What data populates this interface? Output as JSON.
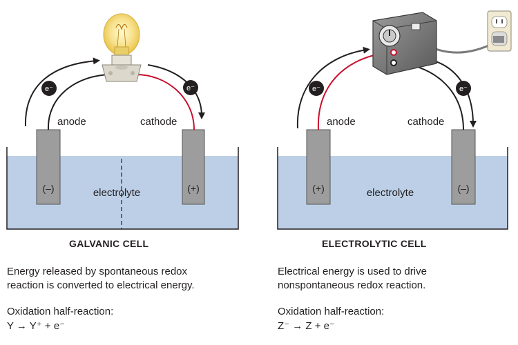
{
  "galvanic": {
    "title": "GALVANIC CELL",
    "anode_label": "anode",
    "cathode_label": "cathode",
    "electrolyte_label": "electrolyte",
    "anode_sign": "(–)",
    "cathode_sign": "(+)",
    "electron_left": "e⁻",
    "electron_right": "e⁻",
    "description_line1": "Energy released by spontaneous redox",
    "description_line2": "reaction is converted to electrical energy.",
    "oxidation_heading": "Oxidation half-reaction:",
    "oxidation_equation": "Y → Y⁺ + e⁻"
  },
  "electrolytic": {
    "title": "ELECTROLYTIC CELL",
    "anode_label": "anode",
    "cathode_label": "cathode",
    "electrolyte_label": "electrolyte",
    "anode_sign": "(+)",
    "cathode_sign": "(–)",
    "electron_left": "e⁻",
    "electron_right": "e⁻",
    "description_line1": "Electrical energy is used to drive",
    "description_line2": "nonspontaneous redox reaction.",
    "oxidation_heading": "Oxidation half-reaction:",
    "oxidation_equation": "Z⁻ → Z + e⁻"
  },
  "colors": {
    "electrolyte": "#bccfe6",
    "electrode": "#9d9d9d",
    "wire_red": "#c8102e",
    "wire_black": "#231f20"
  }
}
